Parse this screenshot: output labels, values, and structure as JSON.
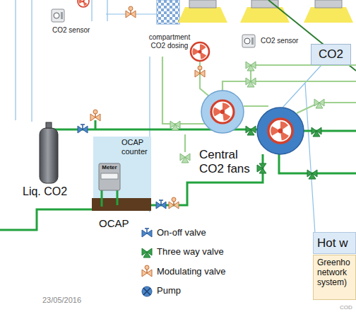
{
  "diagram": {
    "nodes": [
      {
        "text": [
          "CO2"
        ]
      },
      {
        "text": [
          "OCAP counter"
        ]
      },
      {
        "text": [
          "Meter"
        ],
        "in": 1
      },
      {
        "text": [
          "Hot w"
        ]
      },
      {
        "text": [
          "Greenho network system)"
        ]
      }
    ],
    "labels": [
      "CO2 sensor",
      "compartment CO2 dosing",
      "CO2 sensor",
      "Liq. CO2",
      "Central CO2 fans",
      "OCAP",
      "23/05/2016",
      "COD"
    ],
    "legend": [
      {
        "text": "On-off valve"
      },
      {
        "text": "Three way valve"
      },
      {
        "text": "Modulating valve"
      },
      {
        "text": "Pump"
      }
    ]
  }
}
